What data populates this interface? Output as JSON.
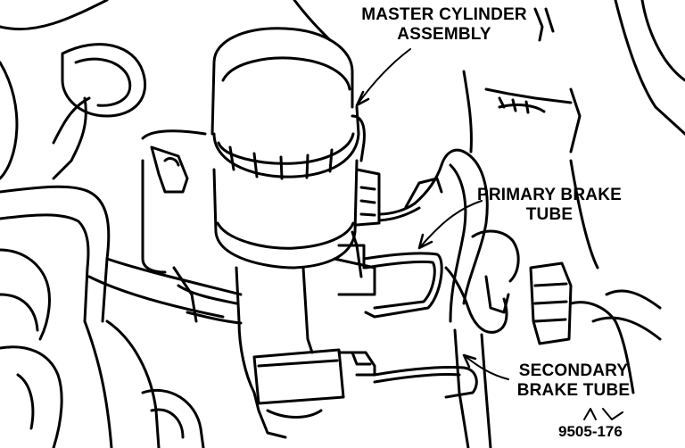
{
  "labels": {
    "master_cylinder": [
      "MASTER CYLINDER",
      "ASSEMBLY"
    ],
    "primary_tube": [
      "PRIMARY BRAKE",
      "TUBE"
    ],
    "secondary_tube": [
      "SECONDARY",
      "BRAKE TUBE"
    ]
  },
  "figure_number": "9505-176",
  "colors": {
    "ink": "#000000",
    "paper": "#ffffff"
  }
}
